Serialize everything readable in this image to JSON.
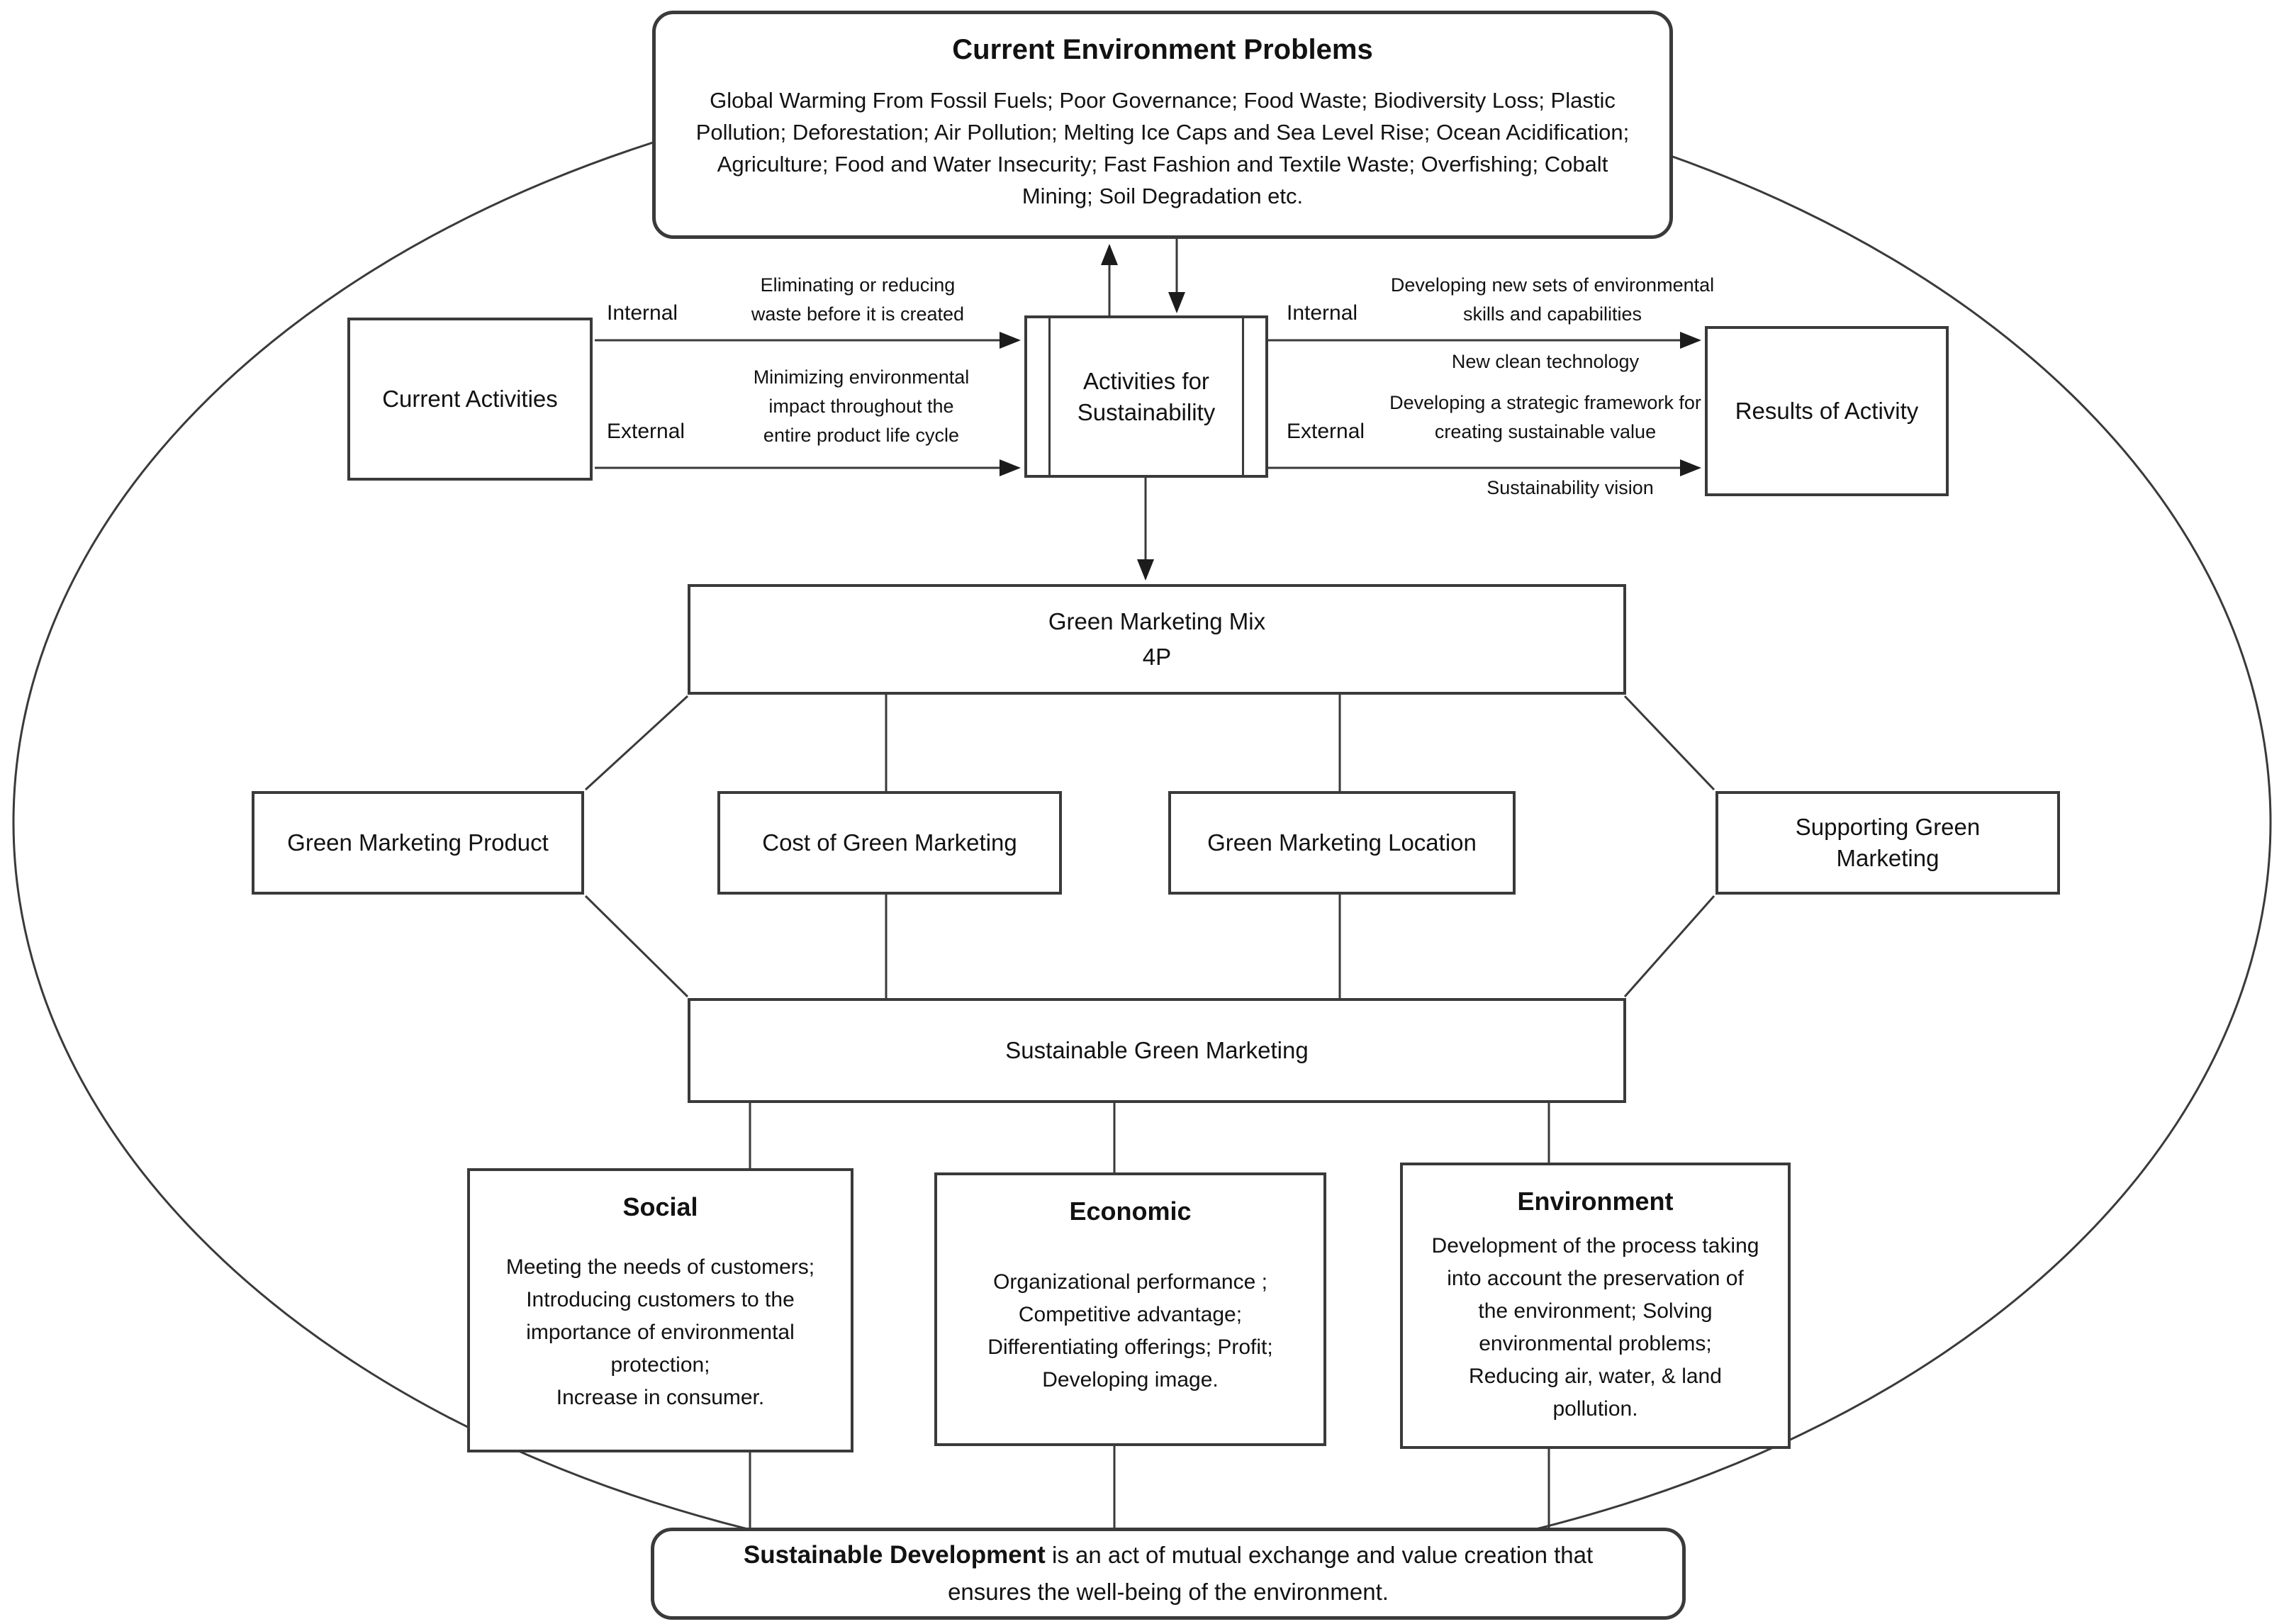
{
  "colors": {
    "line": "#3a3a3a",
    "text": "#121212",
    "background": "#ffffff"
  },
  "top_box": {
    "title": "Current Environment Problems",
    "body": "Global Warming From Fossil Fuels; Poor Governance; Food Waste; Biodiversity Loss; Plastic\nPollution; Deforestation; Air Pollution; Melting Ice Caps and Sea Level Rise; Ocean Acidification;\nAgriculture; Food and Water Insecurity; Fast Fashion and Textile Waste; Overfishing; Cobalt\nMining; Soil Degradation etc."
  },
  "left_flow": {
    "source": "Current Activities",
    "internal_label": "Internal",
    "internal_caption": "Eliminating or reducing\nwaste before it is created",
    "external_label": "External",
    "external_caption": "Minimizing environmental\nimpact throughout the\nentire product life cycle"
  },
  "center_box": "Activities for\nSustainability",
  "right_flow": {
    "internal_label": "Internal",
    "internal_caption_above": "Developing new sets of environmental\nskills and capabilities",
    "internal_caption_below": "New clean technology",
    "external_label": "External",
    "external_caption_above": "Developing a strategic framework for\ncreating sustainable value",
    "external_caption_below": "Sustainability vision",
    "target": "Results of Activity"
  },
  "gmm_box": "Green Marketing Mix\n4P",
  "mix_boxes": [
    "Green Marketing Product",
    "Cost of Green Marketing",
    "Green Marketing Location",
    "Supporting Green\nMarketing"
  ],
  "sgm_box": "Sustainable Green Marketing",
  "pillars": [
    {
      "title": "Social",
      "body": "Meeting the needs of customers;\nIntroducing customers to the\nimportance of environmental\nprotection;\nIncrease in consumer."
    },
    {
      "title": "Economic",
      "body": "Organizational performance ;\nCompetitive advantage;\nDifferentiating offerings; Profit;\nDeveloping image."
    },
    {
      "title": "Environment",
      "body": "Development of the process taking\ninto account the preservation of\nthe environment; Solving\nenvironmental problems;\nReducing air, water, & land\npollution."
    }
  ],
  "bottom_box": {
    "title": "Sustainable Development",
    "rest": " is an act of mutual exchange and value creation that ensures the well-being of the environment."
  }
}
